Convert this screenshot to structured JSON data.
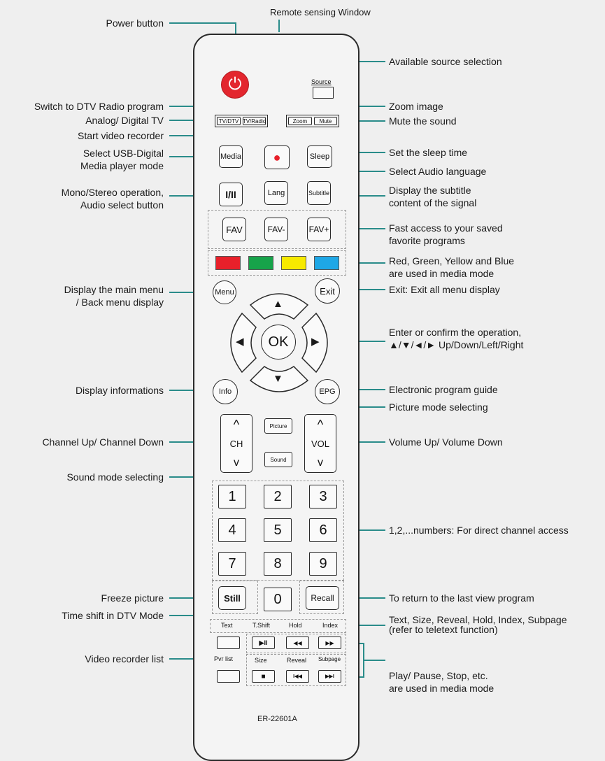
{
  "header": {
    "sensor_label": "Remote sensing Window"
  },
  "labels": {
    "power": "Power button",
    "dtv_radio": "Switch to DTV Radio program",
    "analog_digital": "Analog/ Digital TV",
    "video_recorder": "Start video recorder",
    "media": "Select USB-Digital\nMedia player mode",
    "mono_stereo": "Mono/Stereo operation,\nAudio select button",
    "menu": "Display the main menu\n/ Back menu display",
    "info": "Display informations",
    "channel": "Channel Up/ Channel Down",
    "sound_mode": "Sound mode selecting",
    "freeze": "Freeze picture",
    "time_shift": "Time shift in DTV Mode",
    "pvr_list": "Video recorder list",
    "source": "Available source selection",
    "zoom": "Zoom image",
    "mute": "Mute the sound",
    "sleep": "Set the sleep time",
    "audio_lang": "Select Audio language",
    "subtitle": "Display the subtitle\ncontent of the signal",
    "fav": "Fast access to your saved\nfavorite programs",
    "colors": "Red, Green, Yellow and Blue\nare used in media mode",
    "exit": "Exit: Exit all menu display",
    "ok": "Enter or confirm the operation,\n▲/▼/◄/► Up/Down/Left/Right",
    "epg": "Electronic program guide",
    "picture_mode": "Picture mode selecting",
    "volume": "Volume Up/ Volume Down",
    "numbers": "1,2,...numbers: For direct channel access",
    "recall": "To return to the last view program",
    "teletext": "Text, Size, Reveal, Hold, Index, Subpage\n (refer to teletext function)",
    "playback": "Play/ Pause, Stop, etc.\nare used in media mode"
  },
  "buttons": {
    "power": "⏻",
    "source": "Source",
    "tv_dtv": "TV/DTV",
    "tv_radio": "TV/Radio",
    "zoom": "Zoom",
    "mute": "Mute",
    "media": "Media",
    "record": "●",
    "sleep": "Sleep",
    "audio": "I/II",
    "lang": "Lang",
    "subtitle": "Subtitle",
    "fav": "FAV",
    "fav_minus": "FAV-",
    "fav_plus": "FAV+",
    "menu": "Menu",
    "exit": "Exit",
    "ok": "OK",
    "up": "▲",
    "down": "▼",
    "left": "◀",
    "right": "▶",
    "info": "Info",
    "epg": "EPG",
    "picture": "Picture",
    "sound": "Sound",
    "ch_up": "^",
    "ch": "CH",
    "ch_down": "v",
    "vol_up": "^",
    "vol": "VOL",
    "vol_down": "v",
    "digits": [
      "1",
      "2",
      "3",
      "4",
      "5",
      "6",
      "7",
      "8",
      "9"
    ],
    "still": "Still",
    "zero": "0",
    "recall": "Recall",
    "text": "Text",
    "tshift": "T.Shift",
    "hold": "Hold",
    "index": "Index",
    "play_pause": "▶II",
    "rewind": "◀◀",
    "forward": "▶▶",
    "pvr_list": "Pvr list",
    "size": "Size",
    "reveal": "Reveal",
    "subpage": "Subpage",
    "stop": "■",
    "prev": "I◀◀",
    "next": "▶▶I"
  },
  "colors": {
    "red": "#e8202a",
    "green": "#17a34a",
    "yellow": "#f7ea00",
    "blue": "#1ea7e6",
    "power": "#e3262e",
    "wire": "#2a8c8a"
  },
  "model": "ER-22601A"
}
